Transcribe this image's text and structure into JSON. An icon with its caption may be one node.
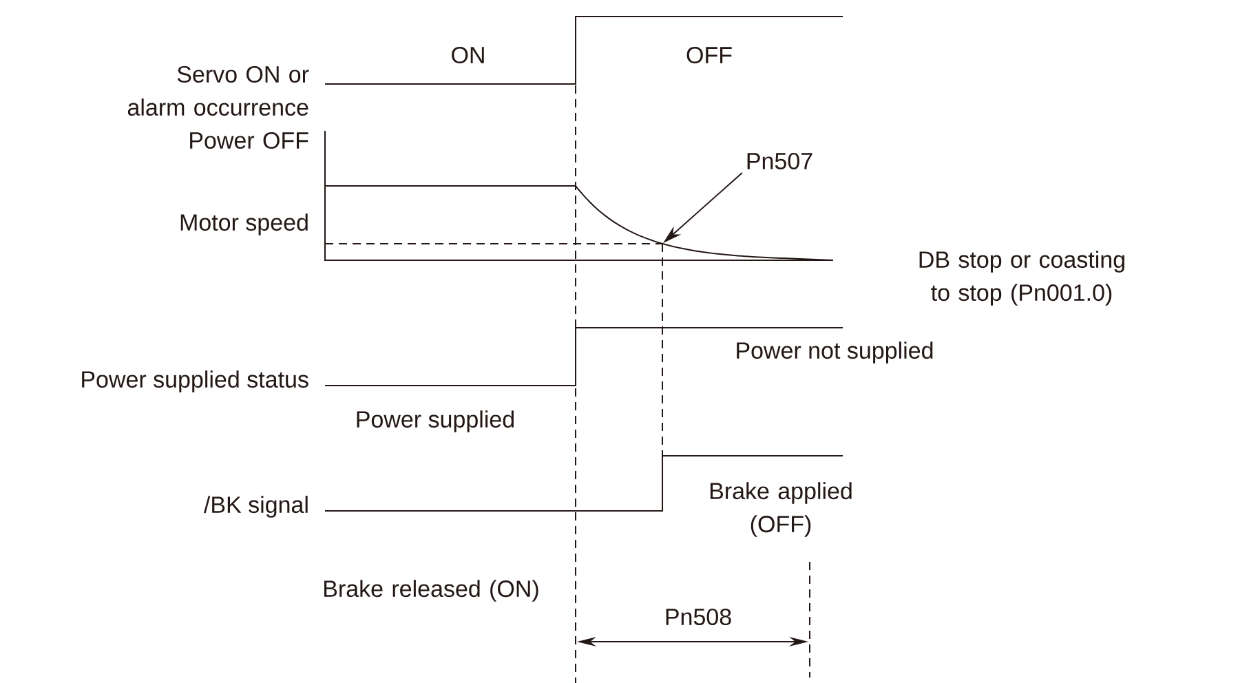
{
  "diagram": {
    "nodes": [
      {
        "text": [
          "Pn507"
        ]
      },
      {
        "text": [],
        "shape": "picture"
      }
    ],
    "edges": [
      {
        "from": 0,
        "to": 1,
        "arrow": "to"
      }
    ],
    "labels": [
      "ON",
      "OFF",
      "Servo ON or alarm occurrence Power OFF",
      "Motor speed",
      "DB stop or coasting to stop (Pn001.0)",
      "Power not supplied",
      "Power supplied status",
      "Power supplied",
      "Brake applied (OFF)",
      "/BK signal",
      "Brake released (ON)",
      "Pn508"
    ]
  }
}
